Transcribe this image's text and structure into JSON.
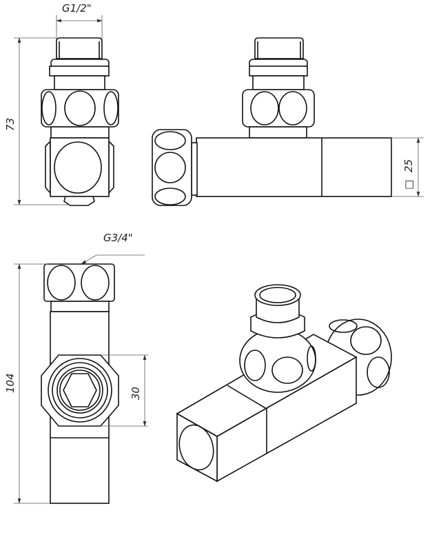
{
  "drawing": {
    "front_view": {
      "thread_label": "G1/2\"",
      "height_label": "73"
    },
    "side_view": {
      "square_label": "25",
      "square_symbol": "□"
    },
    "top_view": {
      "thread_label": "G3/4\"",
      "length_label": "104",
      "offset_label": "30"
    },
    "iso_view": {}
  },
  "colors": {
    "line": "#111111",
    "dimension": "#555555",
    "background": "#ffffff"
  }
}
